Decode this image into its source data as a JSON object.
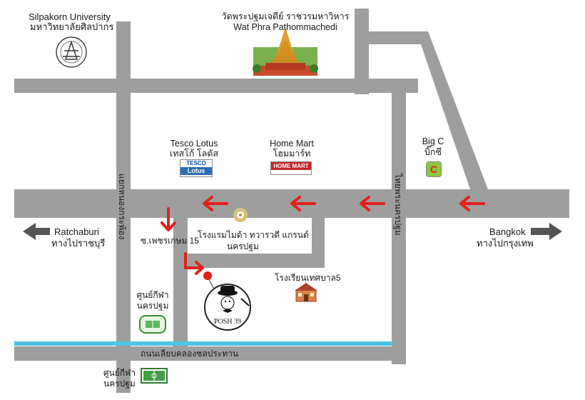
{
  "map": {
    "landmarks": {
      "silpakorn": {
        "en": "Silpakorn University",
        "th": "มหาวิทยาลัยศิลปากร"
      },
      "wat": {
        "th": "วัดพระปฐมเจดีย์ ราชวรมหาวิหาร",
        "en": "Wat Phra Pathommachedi"
      },
      "tesco": {
        "en": "Tesco Lotus",
        "th": "เทสโก้ โลตัส",
        "logo_top": "TESCO",
        "logo_bottom": "Lotus"
      },
      "homemart": {
        "en": "Home Mart",
        "th": "โฮมมาร์ท",
        "logo": "HOME MART"
      },
      "bigc": {
        "en": "Big C",
        "th": "บิ๊กซี",
        "logo": "C"
      },
      "hotel": {
        "line1": "โรงแรมไมด้า ทวารวดี แกรนด์",
        "line2": "นครปฐม"
      },
      "school": {
        "th": "โรงเรียนเทศบาล5"
      },
      "stadium": {
        "line1": "ศูนย์กีฬา",
        "line2": "นครปฐม"
      },
      "sports_field": {
        "line1": "ศูนย์กีฬา",
        "line2": "นครปฐม"
      },
      "posh": {
        "label": "POSH 39"
      }
    },
    "roads": {
      "left_vertical": "แยกหนองกระพ้อง",
      "right_vertical": "ไทยพระนครปฐม",
      "soi": "ซ.เพชรเกษม 15",
      "canal_road": "ถนนเลียบคลองชลประทาน"
    },
    "directions": {
      "west": {
        "en": "Ratchaburi",
        "th": "ทางไปราชบุรี"
      },
      "east": {
        "en": "Bangkok",
        "th": "ทางไปกรุงเทพ"
      }
    },
    "colors": {
      "road": "#9e9e9e",
      "arrow_red": "#e3201b",
      "canal": "#4fc3e8",
      "direction_arrow": "#555555"
    }
  }
}
